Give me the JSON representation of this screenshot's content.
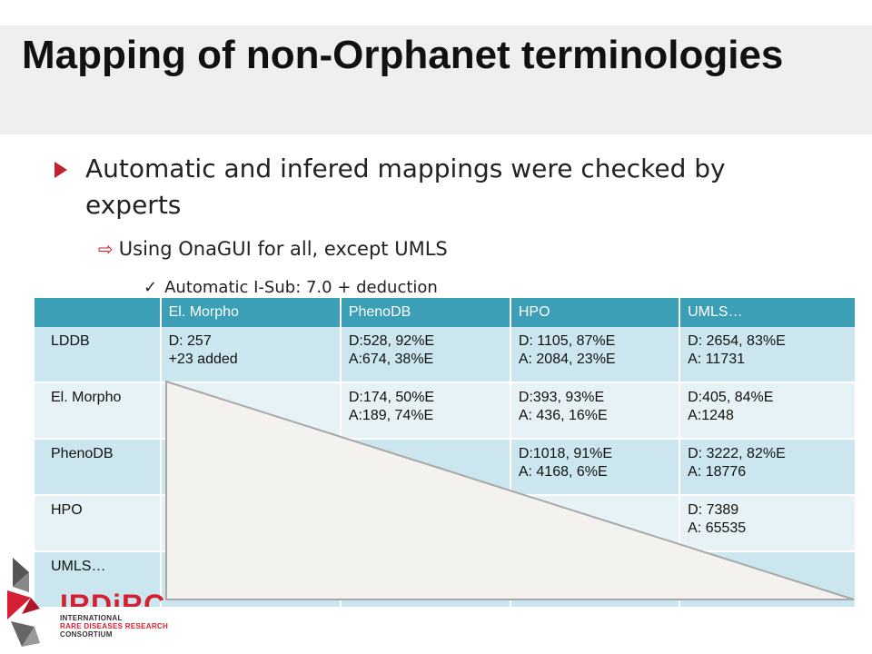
{
  "slide": {
    "title": "Mapping of non-Orphanet terminologies",
    "bullet1": "Automatic and infered mappings were checked by experts",
    "bullet2": "Using OnaGUI for all, except UMLS",
    "bullet3": "Automatic I-Sub: 7.0 + deduction"
  },
  "table": {
    "headers": [
      "",
      "El. Morpho",
      "PhenoDB",
      "HPO",
      "UMLS…"
    ],
    "rows": [
      {
        "label": "LDDB",
        "cells": [
          [
            "D: 257",
            "+23 added"
          ],
          [
            "D:528, 92%E",
            "A:674, 38%E"
          ],
          [
            "D: 1105, 87%E",
            "A: 2084, 23%E"
          ],
          [
            "D: 2654, 83%E",
            "A: 11731"
          ]
        ]
      },
      {
        "label": "El. Morpho",
        "cells": [
          [
            "",
            ""
          ],
          [
            "D:174, 50%E",
            "A:189, 74%E"
          ],
          [
            "D:393, 93%E",
            "A: 436, 16%E"
          ],
          [
            "D:405, 84%E",
            "A:1248"
          ]
        ]
      },
      {
        "label": "PhenoDB",
        "cells": [
          [
            "",
            ""
          ],
          [
            "",
            ""
          ],
          [
            "D:1018, 91%E",
            "A: 4168, 6%E"
          ],
          [
            "D: 3222, 82%E",
            "A: 18776"
          ]
        ]
      },
      {
        "label": "HPO",
        "cells": [
          [
            "",
            ""
          ],
          [
            "",
            ""
          ],
          [
            "",
            ""
          ],
          [
            "D: 7389",
            "A: 65535"
          ]
        ]
      },
      {
        "label": "UMLS…",
        "cells": [
          [
            "",
            ""
          ],
          [
            "",
            ""
          ],
          [
            "",
            ""
          ],
          [
            "",
            ""
          ]
        ]
      }
    ]
  },
  "logo": {
    "word": "IRDiRC",
    "sub_line1": "INTERNATIONAL",
    "sub_line2": "RARE DISEASES RESEARCH",
    "sub_line3": "CONSORTIUM"
  },
  "colors": {
    "header_bg": "#3c9fb6",
    "row_dark": "#cbe6ee",
    "row_light": "#e6f2f6",
    "accent": "#c0202f",
    "triangle_fill": "#f4f2ee"
  },
  "icons": {
    "bullet1": "triangle-bullet-icon",
    "bullet2": "outline-arrow-icon",
    "bullet3": "checkmark-icon"
  }
}
